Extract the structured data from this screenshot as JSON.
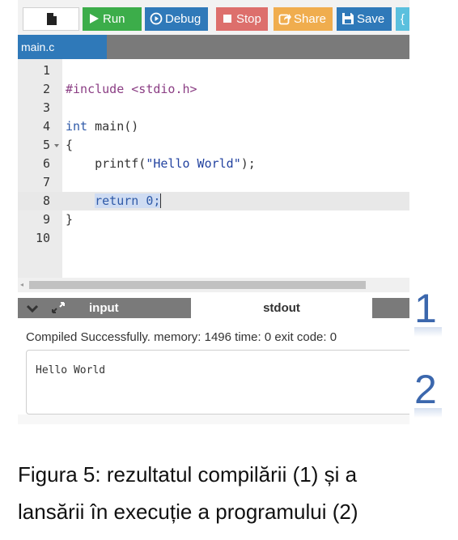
{
  "toolbar": {
    "run_label": "Run",
    "debug_label": "Debug",
    "stop_label": "Stop",
    "share_label": "Share",
    "save_label": "Save",
    "more_label": "{"
  },
  "editor": {
    "tab_label": "main.c",
    "lines": [
      {
        "num": "1",
        "text": ""
      },
      {
        "num": "2",
        "text": "#include <stdio.h>"
      },
      {
        "num": "3",
        "text": ""
      },
      {
        "num": "4",
        "kw": "int",
        "rest": " main()"
      },
      {
        "num": "5",
        "text": "{"
      },
      {
        "num": "6",
        "pre": "    printf(",
        "str": "\"Hello World\"",
        "post": ");"
      },
      {
        "num": "7",
        "text": ""
      },
      {
        "num": "8",
        "pre": "    ",
        "sel": "return 0;"
      },
      {
        "num": "9",
        "text": "}"
      },
      {
        "num": "10",
        "text": ""
      }
    ]
  },
  "io": {
    "input_tab": "input",
    "stdout_tab": "stdout",
    "status": "Compiled Successfully. memory: 1496 time: 0 exit code: 0",
    "output": "Hello World"
  },
  "markers": [
    "1",
    "2"
  ],
  "caption": {
    "line1": "Figura 5: rezultatul compilării (1) și a",
    "line2": "lansării în execuție a programului (2)"
  },
  "colors": {
    "run": "#3cad4a",
    "debug": "#2f79b9",
    "stop": "#d9534f",
    "share": "#f0ad4e",
    "save": "#2f79b9",
    "marker": "#3b67ad"
  }
}
